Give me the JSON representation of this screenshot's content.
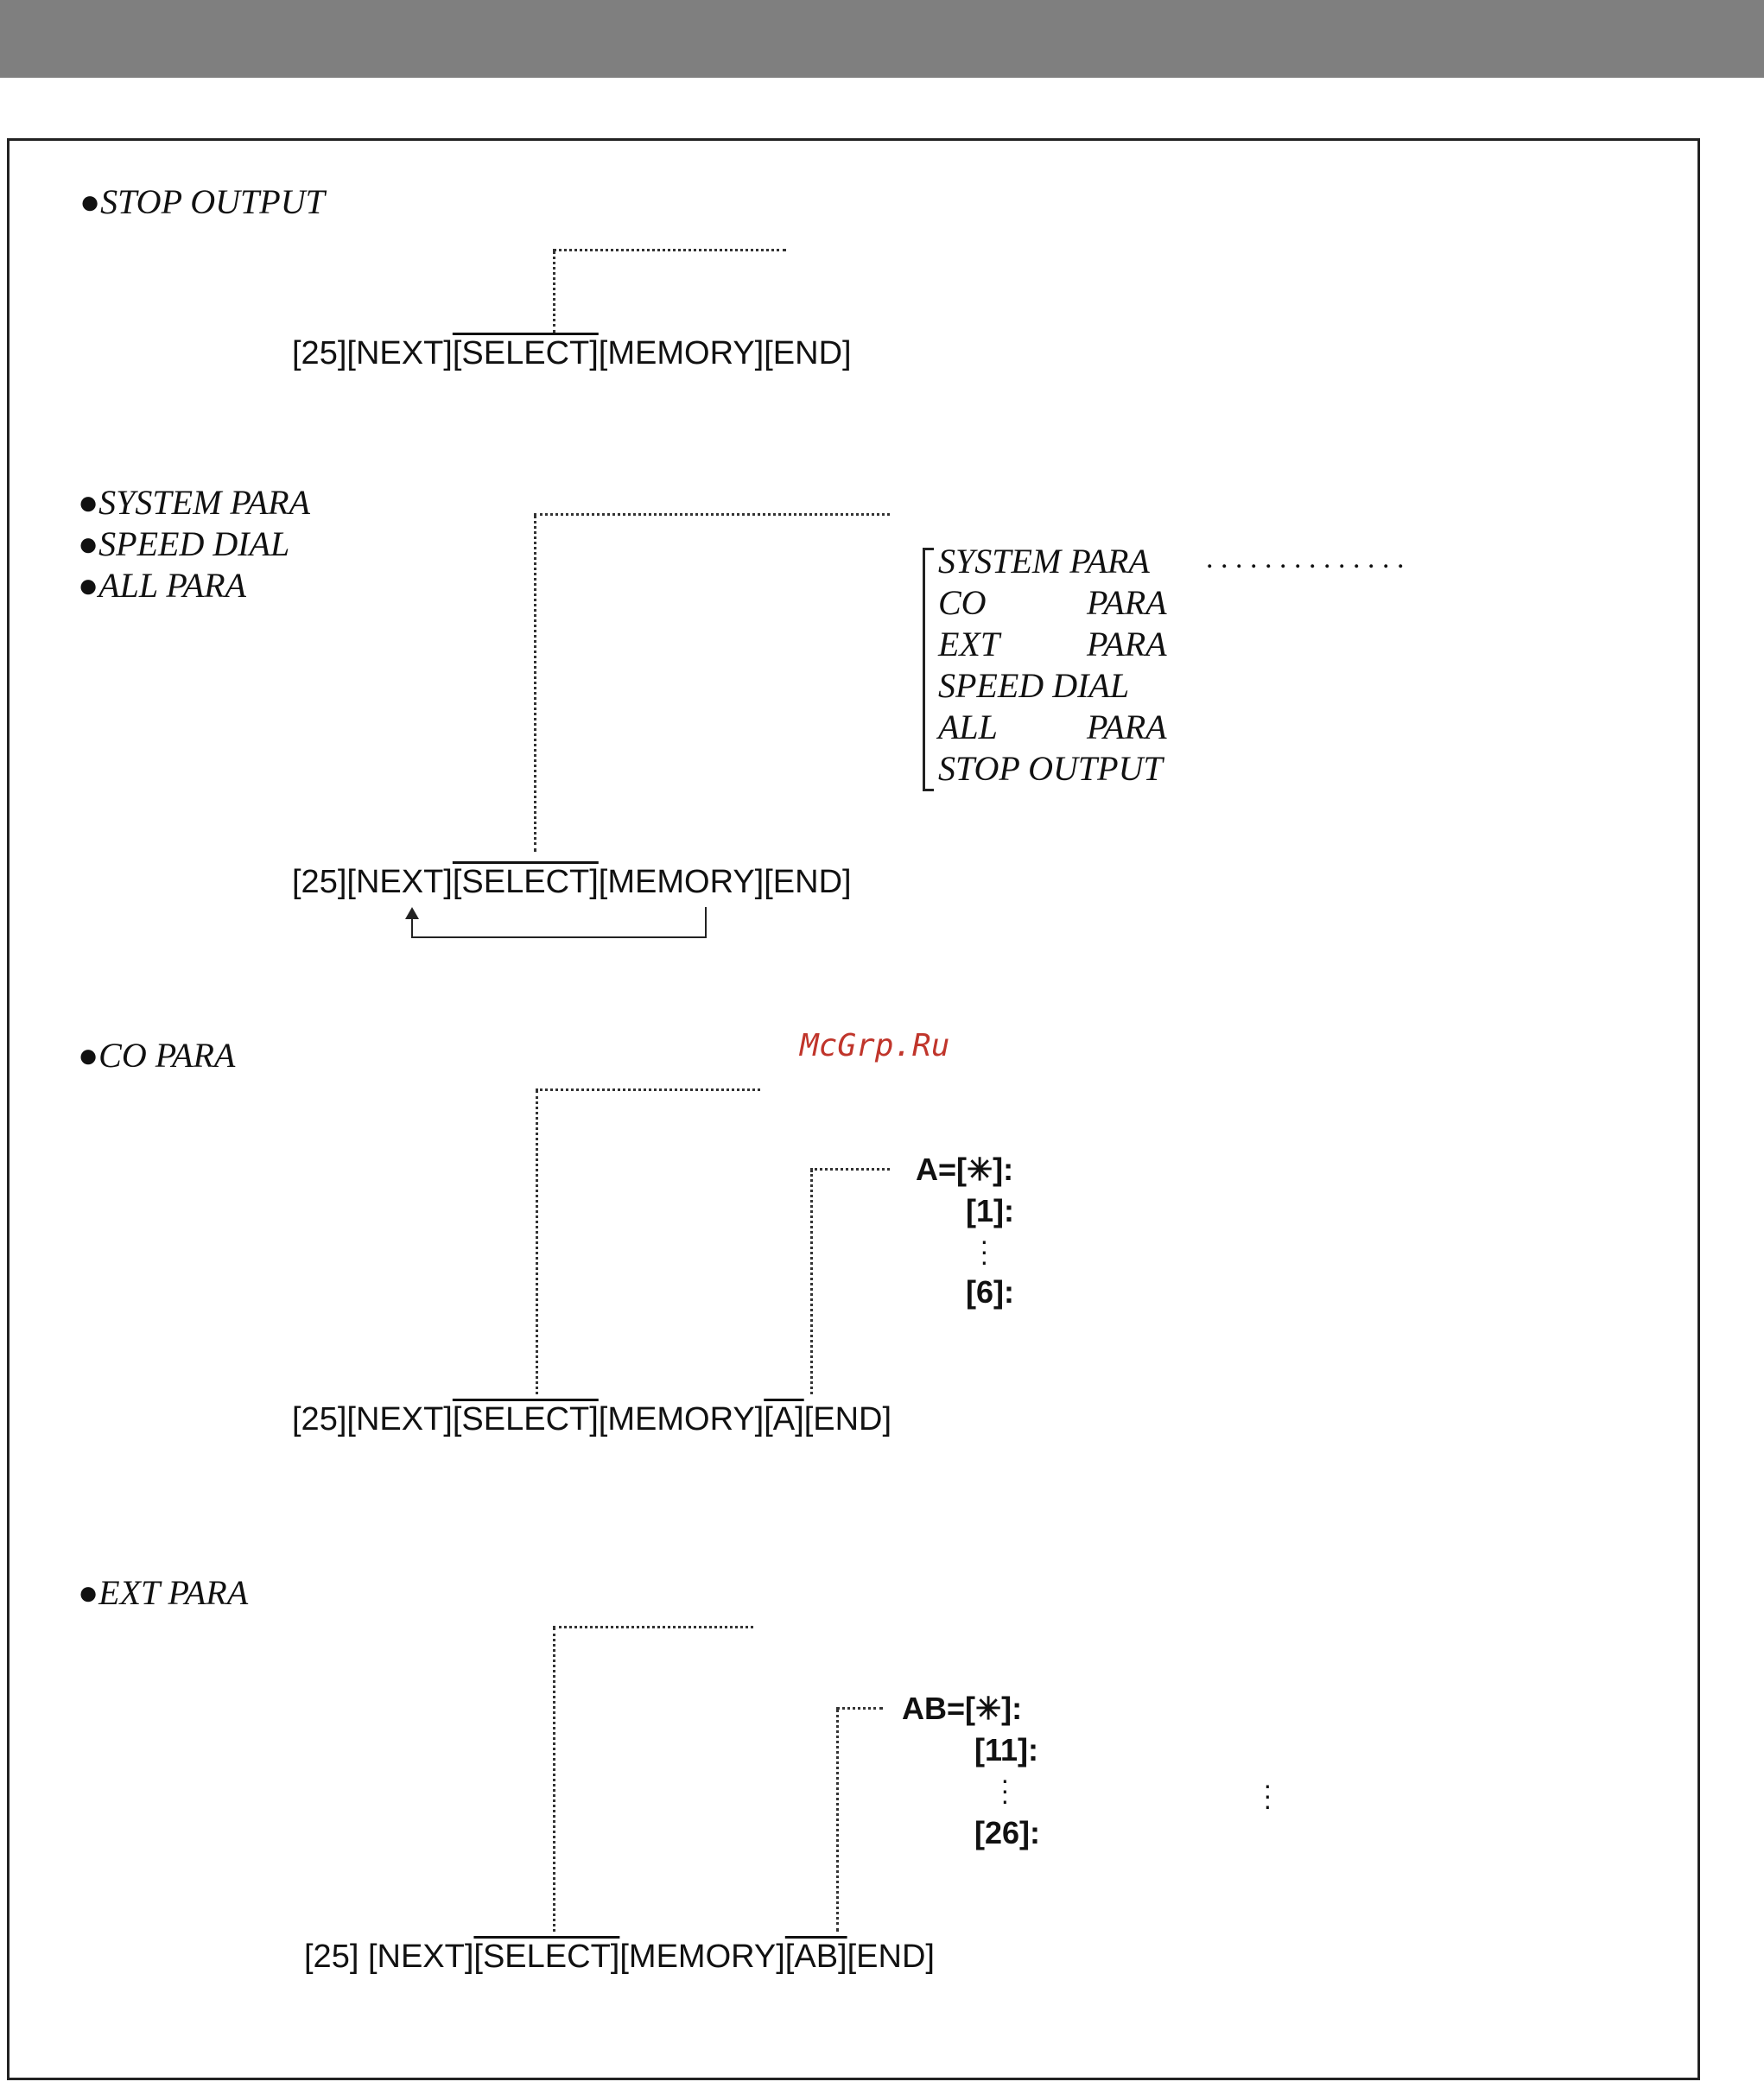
{
  "sections": {
    "stop_output": {
      "title": "●STOP OUTPUT",
      "keys": {
        "k1": "[25][NEXT]",
        "k2": "[SELECT]",
        "k3": "[MEMORY][END]"
      }
    },
    "system_para": {
      "titles": [
        "●SYSTEM PARA",
        "●SPEED DIAL",
        "●ALL PARA"
      ],
      "options": [
        {
          "a": "SYSTEM PARA",
          "b": ""
        },
        {
          "a": "CO",
          "b": "PARA"
        },
        {
          "a": "EXT",
          "b": "PARA"
        },
        {
          "a": "SPEED DIAL",
          "b": ""
        },
        {
          "a": "ALL",
          "b": "PARA"
        },
        {
          "a": "STOP OUTPUT",
          "b": ""
        }
      ],
      "options_trailing_dots": ". . . . . . . . . . . . . .",
      "keys": {
        "k1": "[25][NEXT]",
        "k2": "[SELECT]",
        "k3": "[MEMORY][END]"
      }
    },
    "co_para": {
      "title": "●CO PARA",
      "values": {
        "a": "A=[✳]:",
        "b": "[1]:",
        "c": "[6]:"
      },
      "keys": {
        "k1": "[25][NEXT]",
        "k2": "[SELECT]",
        "k3": "[MEMORY]",
        "k4": "[A]",
        "k5": "[END]"
      }
    },
    "ext_para": {
      "title": "●EXT PARA",
      "values": {
        "a": "AB=[✳]:",
        "b": "[11]:",
        "c": "[26]:"
      },
      "keys": {
        "k1": "[25] [NEXT]",
        "k2": "[SELECT]",
        "k3": "[MEMORY]",
        "k4": "[AB]",
        "k5": "[END]"
      }
    }
  },
  "watermark": "McGrp.Ru"
}
